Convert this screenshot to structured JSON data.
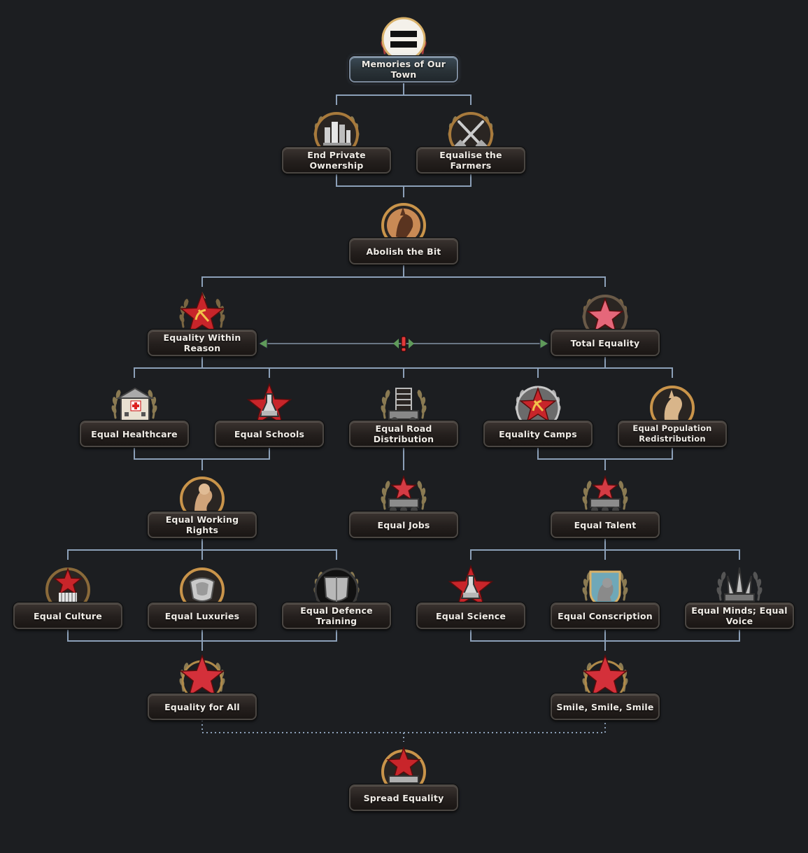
{
  "focus_tree": {
    "colors": {
      "background": "#1c1e21",
      "connector": "#8ca0b8",
      "exclusive": "#6a7684",
      "arrow": "#5f9a5a",
      "mutex": "#e03a3a"
    },
    "focuses": [
      {
        "id": "memories",
        "label": "Memories of Our Town",
        "icon": "equality-sign-icon"
      },
      {
        "id": "end_private",
        "label": "End Private Ownership",
        "icon": "city-icon"
      },
      {
        "id": "farmers",
        "label": "Equalise the Farmers",
        "icon": "crossed-shovels-icon"
      },
      {
        "id": "abolish_bit",
        "label": "Abolish the Bit",
        "icon": "pony-portrait-icon"
      },
      {
        "id": "within_reason",
        "label": "Equality Within Reason",
        "icon": "red-star-hammer-sickle-icon"
      },
      {
        "id": "total",
        "label": "Total Equality",
        "icon": "pink-star-icon"
      },
      {
        "id": "healthcare",
        "label": "Equal Healthcare",
        "icon": "hospital-icon"
      },
      {
        "id": "schools",
        "label": "Equal Schools",
        "icon": "flask-star-icon"
      },
      {
        "id": "road",
        "label": "Equal Road Distribution",
        "icon": "road-building-icon"
      },
      {
        "id": "camps",
        "label": "Equality Camps",
        "icon": "hammer-sickle-star-icon"
      },
      {
        "id": "population",
        "label": "Equal Population Redistribution",
        "icon": "pony-silhouette-icon"
      },
      {
        "id": "working",
        "label": "Equal Working Rights",
        "icon": "pony-worker-icon"
      },
      {
        "id": "jobs",
        "label": "Equal Jobs",
        "icon": "star-machinery-icon"
      },
      {
        "id": "talent",
        "label": "Equal Talent",
        "icon": "star-machinery-icon"
      },
      {
        "id": "culture",
        "label": "Equal Culture",
        "icon": "star-building-icon"
      },
      {
        "id": "luxuries",
        "label": "Equal Luxuries",
        "icon": "armor-plate-icon"
      },
      {
        "id": "defence",
        "label": "Equal Defence Training",
        "icon": "shield-icon"
      },
      {
        "id": "science",
        "label": "Equal Science",
        "icon": "flask-star-icon"
      },
      {
        "id": "conscription",
        "label": "Equal Conscription",
        "icon": "soldier-pony-icon"
      },
      {
        "id": "minds",
        "label": "Equal Minds; Equal Voice",
        "icon": "spikes-icon"
      },
      {
        "id": "for_all",
        "label": "Equality for All",
        "icon": "red-star-icon"
      },
      {
        "id": "smile",
        "label": "Smile, Smile, Smile",
        "icon": "red-star-icon"
      },
      {
        "id": "spread",
        "label": "Spread Equality",
        "icon": "star-tank-icon"
      }
    ]
  }
}
